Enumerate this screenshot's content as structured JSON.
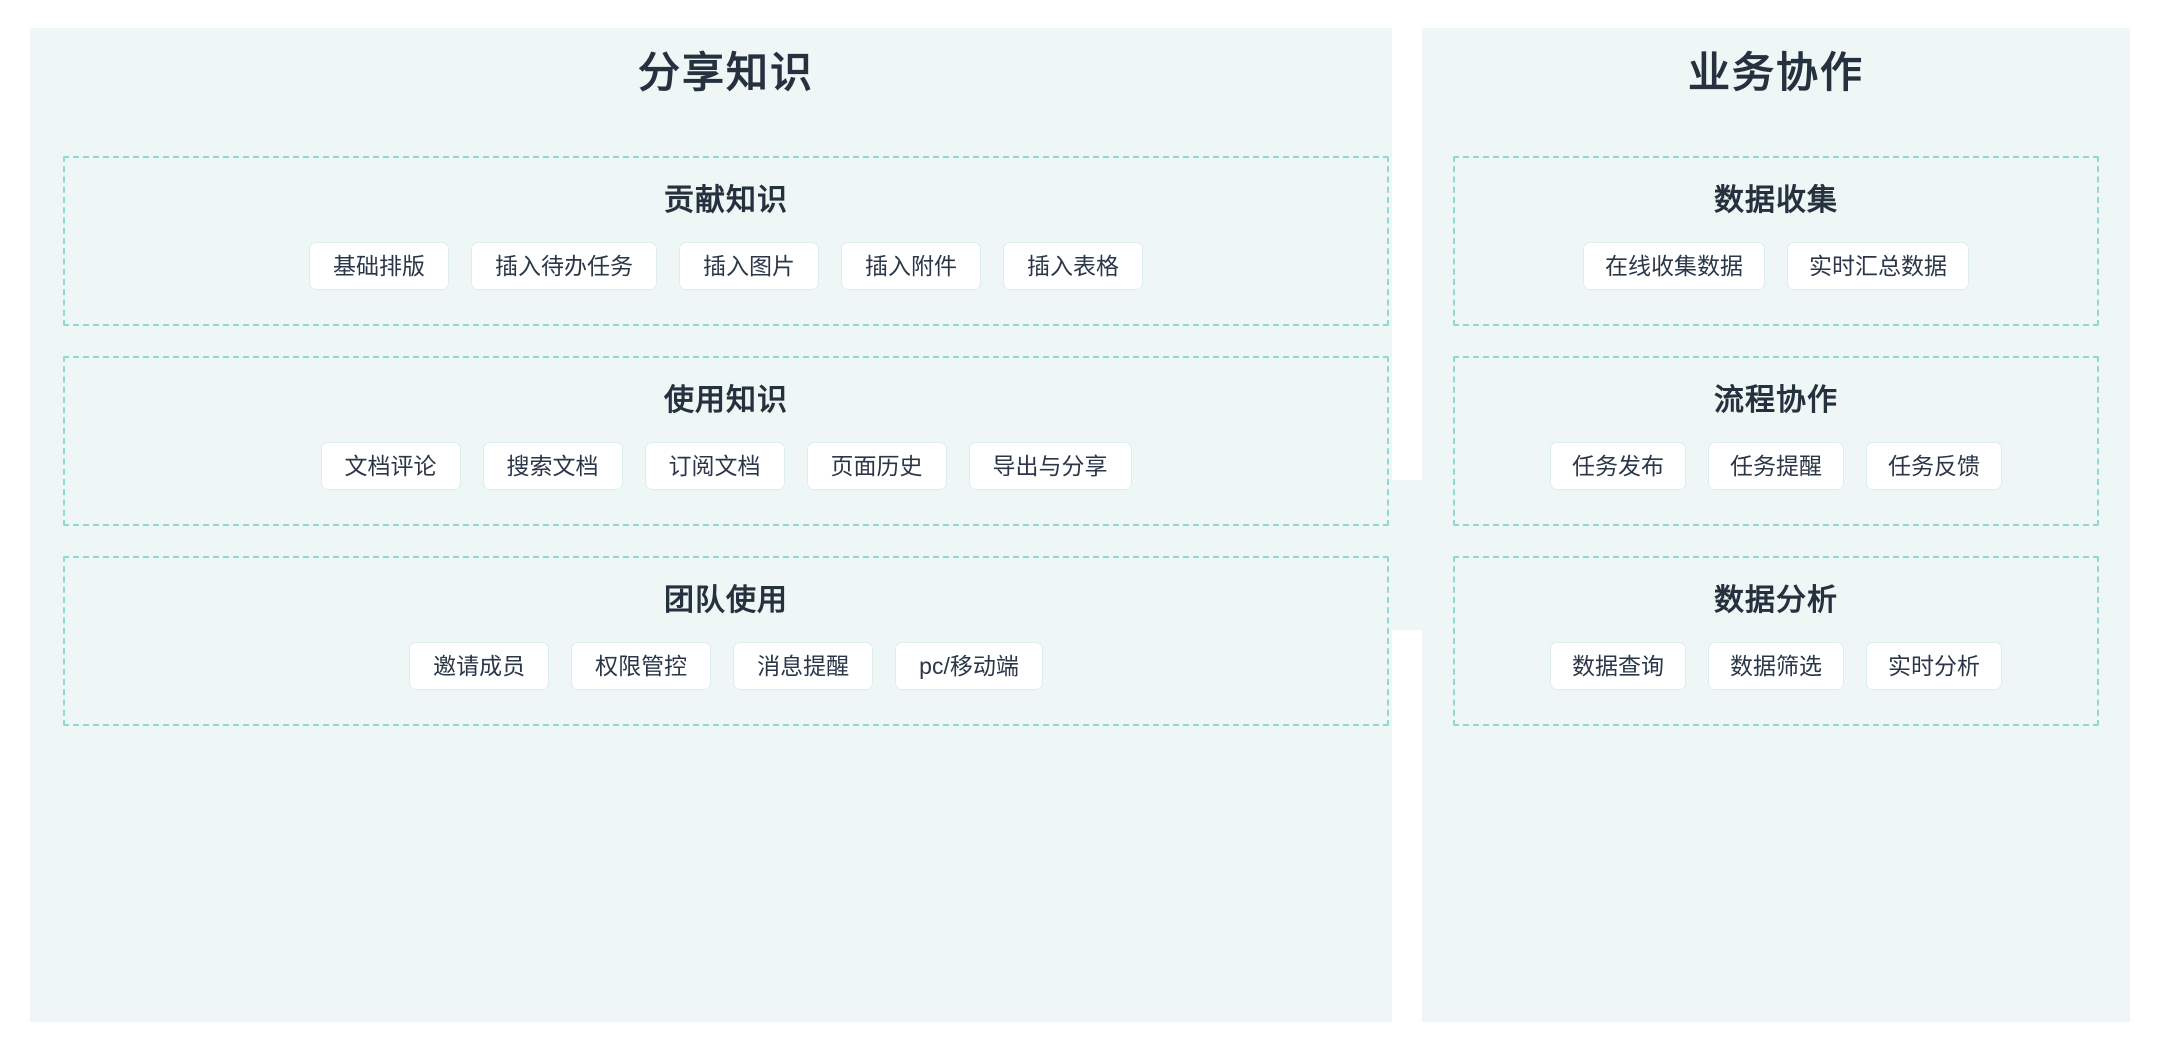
{
  "theme": {
    "page_background": "#ffffff",
    "panel_background": "#eef7f6",
    "dashed_border": "#8fd9d2",
    "chip_background": "#ffffff",
    "chip_border": "#dceeec",
    "heading_text": "#26313f",
    "chip_text": "#2b3748"
  },
  "columns": [
    {
      "title": "分享知识",
      "groups": [
        {
          "title": "贡献知识",
          "chips": [
            "基础排版",
            "插入待办任务",
            "插入图片",
            "插入附件",
            "插入表格"
          ]
        },
        {
          "title": "使用知识",
          "chips": [
            "文档评论",
            "搜索文档",
            "订阅文档",
            "页面历史",
            "导出与分享"
          ]
        },
        {
          "title": "团队使用",
          "chips": [
            "邀请成员",
            "权限管控",
            "消息提醒",
            "pc/移动端"
          ]
        }
      ]
    },
    {
      "title": "业务协作",
      "groups": [
        {
          "title": "数据收集",
          "chips": [
            "在线收集数据",
            "实时汇总数据"
          ]
        },
        {
          "title": "流程协作",
          "chips": [
            "任务发布",
            "任务提醒",
            "任务反馈"
          ]
        },
        {
          "title": "数据分析",
          "chips": [
            "数据查询",
            "数据筛选",
            "实时分析"
          ]
        }
      ]
    }
  ]
}
